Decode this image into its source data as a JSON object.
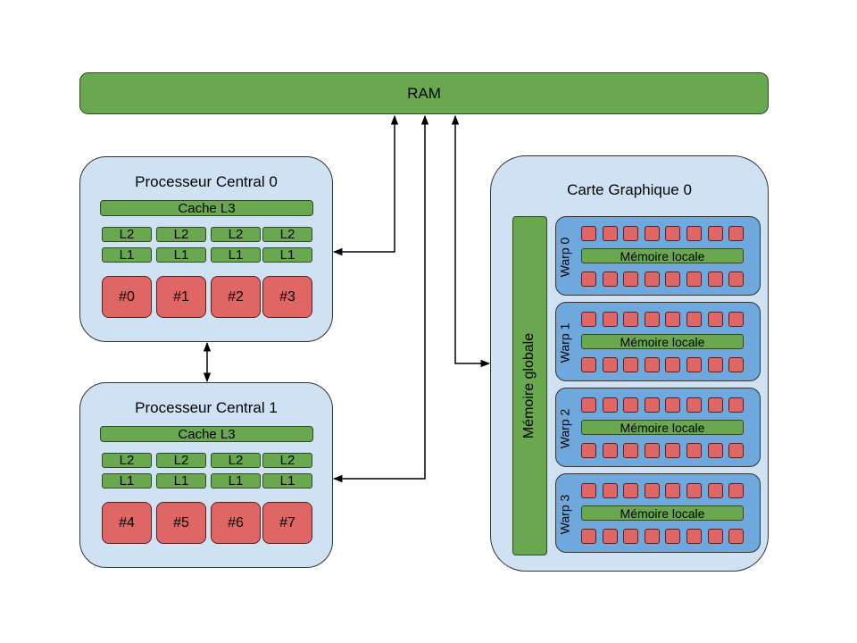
{
  "ram": {
    "label": "RAM"
  },
  "cpus": [
    {
      "title": "Processeur Central 0",
      "l3": "Cache L3",
      "l2": [
        "L2",
        "L2",
        "L2",
        "L2"
      ],
      "l1": [
        "L1",
        "L1",
        "L1",
        "L1"
      ],
      "cores": [
        "#0",
        "#1",
        "#2",
        "#3"
      ]
    },
    {
      "title": "Processeur Central 1",
      "l3": "Cache L3",
      "l2": [
        "L2",
        "L2",
        "L2",
        "L2"
      ],
      "l1": [
        "L1",
        "L1",
        "L1",
        "L1"
      ],
      "cores": [
        "#4",
        "#5",
        "#6",
        "#7"
      ]
    }
  ],
  "gpu": {
    "title": "Carte Graphique 0",
    "global_memory": "Mémoire globale",
    "warps": [
      {
        "label": "Warp 0",
        "local_memory": "Mémoire locale"
      },
      {
        "label": "Warp 1",
        "local_memory": "Mémoire locale"
      },
      {
        "label": "Warp 2",
        "local_memory": "Mémoire locale"
      },
      {
        "label": "Warp 3",
        "local_memory": "Mémoire locale"
      }
    ]
  },
  "colors": {
    "memory": "#6aa84f",
    "core": "#e06666",
    "panel": "#cfe2f3",
    "warp": "#6fa8dc"
  }
}
